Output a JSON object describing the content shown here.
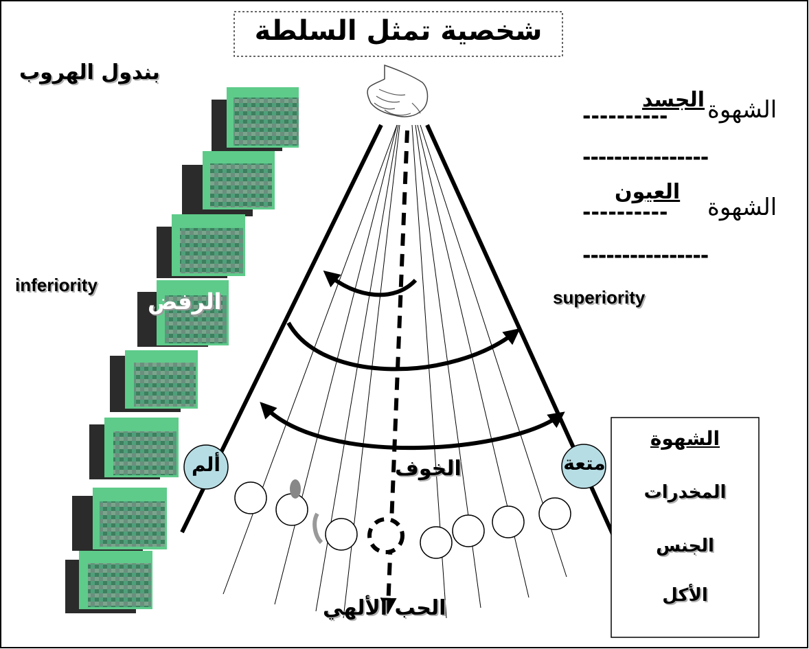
{
  "title": "شخصية تمثل السلطة",
  "left_caption": "بندول الهروب",
  "inferiority": "inferiority",
  "superiority": "superiority",
  "rejection": "الرفض",
  "pain": "ألم",
  "pleasure": "متعة",
  "fear": "الخوف",
  "divine_love": "الحب الألهي",
  "lust_rows": [
    {
      "prefix": "الشهوة",
      "label": "الجسد",
      "dashes_left": "--------",
      "dashes_right": "----------"
    },
    {
      "prefix": "الشهوة",
      "label": "العيون",
      "dashes_left": "--------",
      "dashes_right": "----------"
    }
  ],
  "dash_lines": [
    "----------------",
    "----------------"
  ],
  "right_box": {
    "heading": "الشهوة",
    "items": [
      "المخدرات",
      "الجنس",
      "الأكل"
    ]
  },
  "colors": {
    "circle_fill": "#b7dde4",
    "block_green": "#5ecb8a",
    "block_shadow": "#2b2b2b"
  }
}
